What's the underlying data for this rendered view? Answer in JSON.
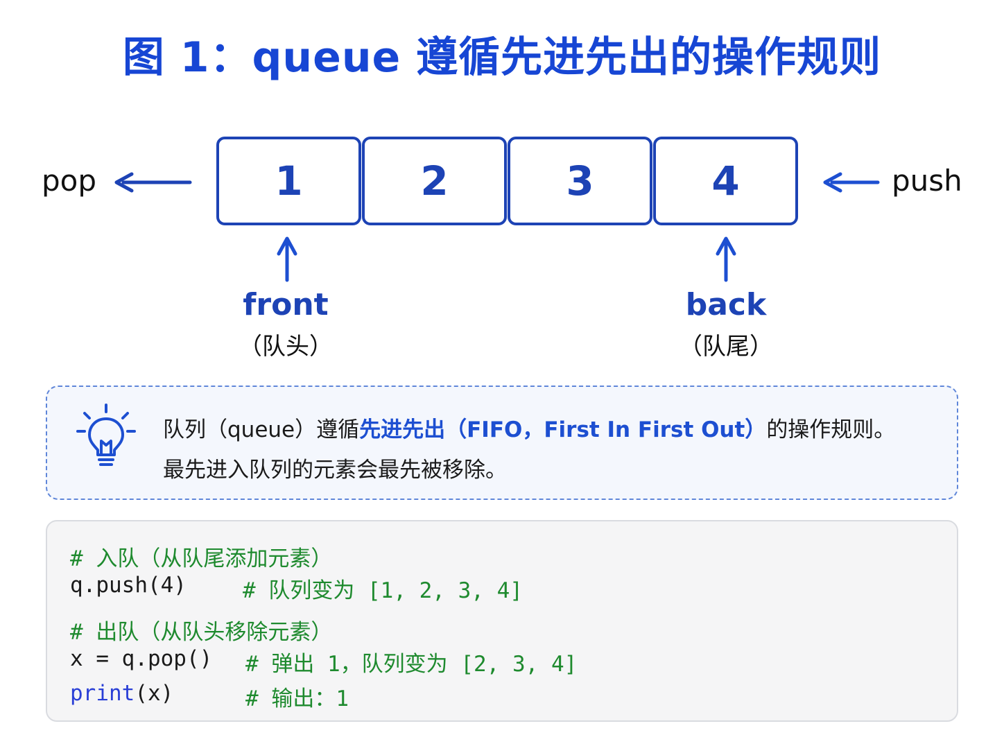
{
  "title": "图 1：queue 遵循先进先出的操作规则",
  "queue": {
    "items": [
      "1",
      "2",
      "3",
      "4"
    ],
    "pop_label": "pop",
    "push_label": "push",
    "front_label": "front",
    "front_sub": "（队头）",
    "back_label": "back",
    "back_sub": "（队尾）"
  },
  "note": {
    "icon": "lightbulb-icon",
    "line1_prefix": "队列（queue）遵循",
    "line1_highlight": "先进先出（FIFO，First In First Out）",
    "line1_suffix": "的操作规则。",
    "line2": "最先进入队列的元素会最先被移除。"
  },
  "code": {
    "comment1": "# 入队（从队尾添加元素）",
    "push_stmt": "q.push(4)",
    "push_comment": "# 队列变为 [1, 2, 3, 4]",
    "comment2": "# 出队（从队头移除元素）",
    "pop_stmt": "x = q.pop()",
    "pop_comment": "# 弹出 1，队列变为 [2, 3, 4]",
    "print_kw": "print",
    "print_args": "(x)",
    "print_comment": "# 输出：1"
  },
  "colors": {
    "title": "#1746d4",
    "box_border": "#1d43b5",
    "arrow": "#1d4fd1",
    "highlight": "#1d4fd1",
    "comment": "#1e8a2e",
    "keyword": "#2a3fd6"
  }
}
